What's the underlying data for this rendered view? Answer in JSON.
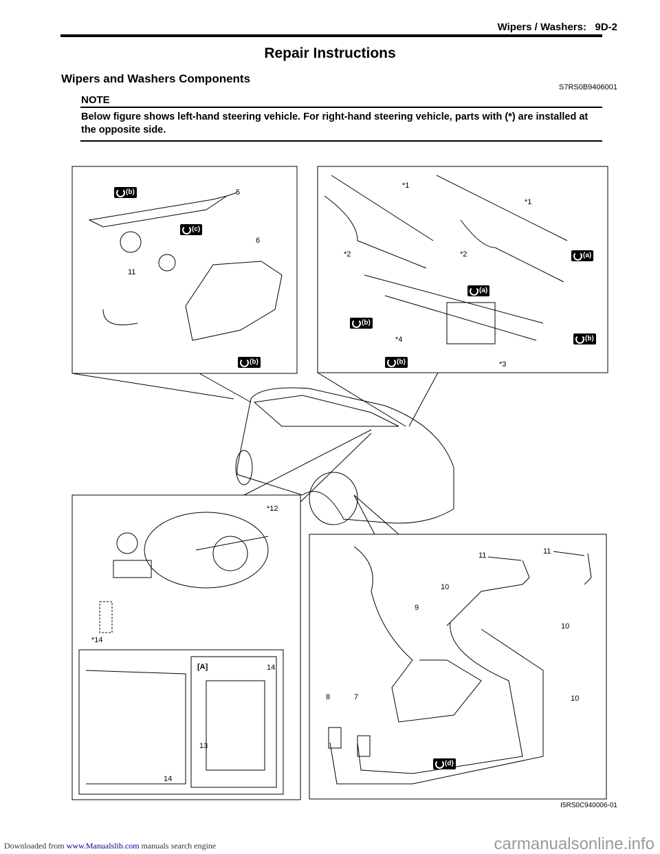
{
  "header": {
    "title": "Wipers / Washers:",
    "page": "9D-2"
  },
  "section_title": "Repair Instructions",
  "subsection": {
    "title": "Wipers and Washers Components",
    "code": "S7RS0B9406001"
  },
  "note": {
    "label": "NOTE",
    "text": "Below figure shows left-hand steering vehicle. For right-hand steering vehicle, parts with (*) are installed at the opposite side."
  },
  "figure": {
    "rear_wiper": {
      "labels": [
        "5",
        "6",
        "11"
      ],
      "torque": [
        "(b)",
        "(c)",
        "(b)"
      ]
    },
    "front_wiper": {
      "labels": [
        "*1",
        "*1",
        "*2",
        "*2",
        "*4",
        "*3"
      ],
      "torque": [
        "(a)",
        "(a)",
        "(b)",
        "(b)",
        "(b)"
      ]
    },
    "switch": {
      "labels": [
        "*12",
        "*14",
        "[A]",
        "14",
        "13",
        "14"
      ]
    },
    "washer": {
      "labels": [
        "11",
        "11",
        "10",
        "9",
        "10",
        "8",
        "7",
        "10"
      ],
      "torque": [
        "(d)"
      ]
    },
    "id": "I5RS0C940006-01"
  },
  "footer": {
    "prefix": "Downloaded from",
    "link": "www.Manualslib.com",
    "suffix": "manuals search engine",
    "watermark": "carmanualsonline.info"
  }
}
